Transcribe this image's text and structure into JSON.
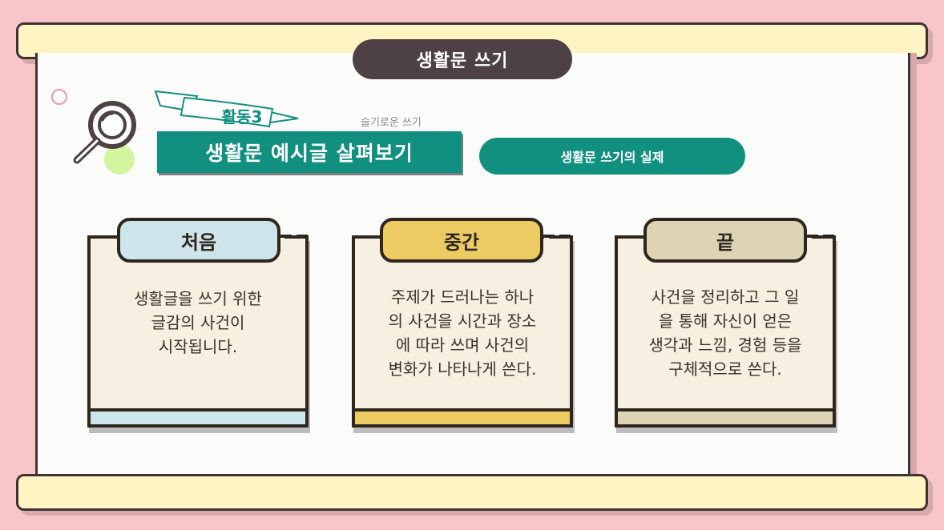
{
  "header": {
    "title": "생활문 쓰기"
  },
  "activity": {
    "number_label": "활동3",
    "small_subtitle": "슬기로운 쓰기",
    "title": "생활문 예시글 살펴보기",
    "topic_pill": "생활문 쓰기의 실제"
  },
  "cards": [
    {
      "label": "처음",
      "text": "생활글을 쓰기 위한\n글감의 사건이\n시작됩니다.",
      "color": "#cde4ea"
    },
    {
      "label": "중간",
      "text": "주제가 드러나는 하나\n의 사건을 시간과 장소\n에 따라 쓰며 사건의\n변화가 나타나게 쓴다.",
      "color": "#eccb62"
    },
    {
      "label": "끝",
      "text": "사건을 정리하고 그 일\n을 통해 자신이 얻은\n생각과 느낌, 경험 등을\n구체적으로 쓴다.",
      "color": "#ddd4b6"
    }
  ],
  "icons": {
    "magnifier": "magnifier-icon",
    "ribbon": "ribbon-banner-icon",
    "circle": "decorative-circle-icon"
  },
  "colors": {
    "accent": "#11907f",
    "background": "#f8c6c8",
    "scroll": "#fff4c2",
    "title_pill": "#4d4145"
  }
}
